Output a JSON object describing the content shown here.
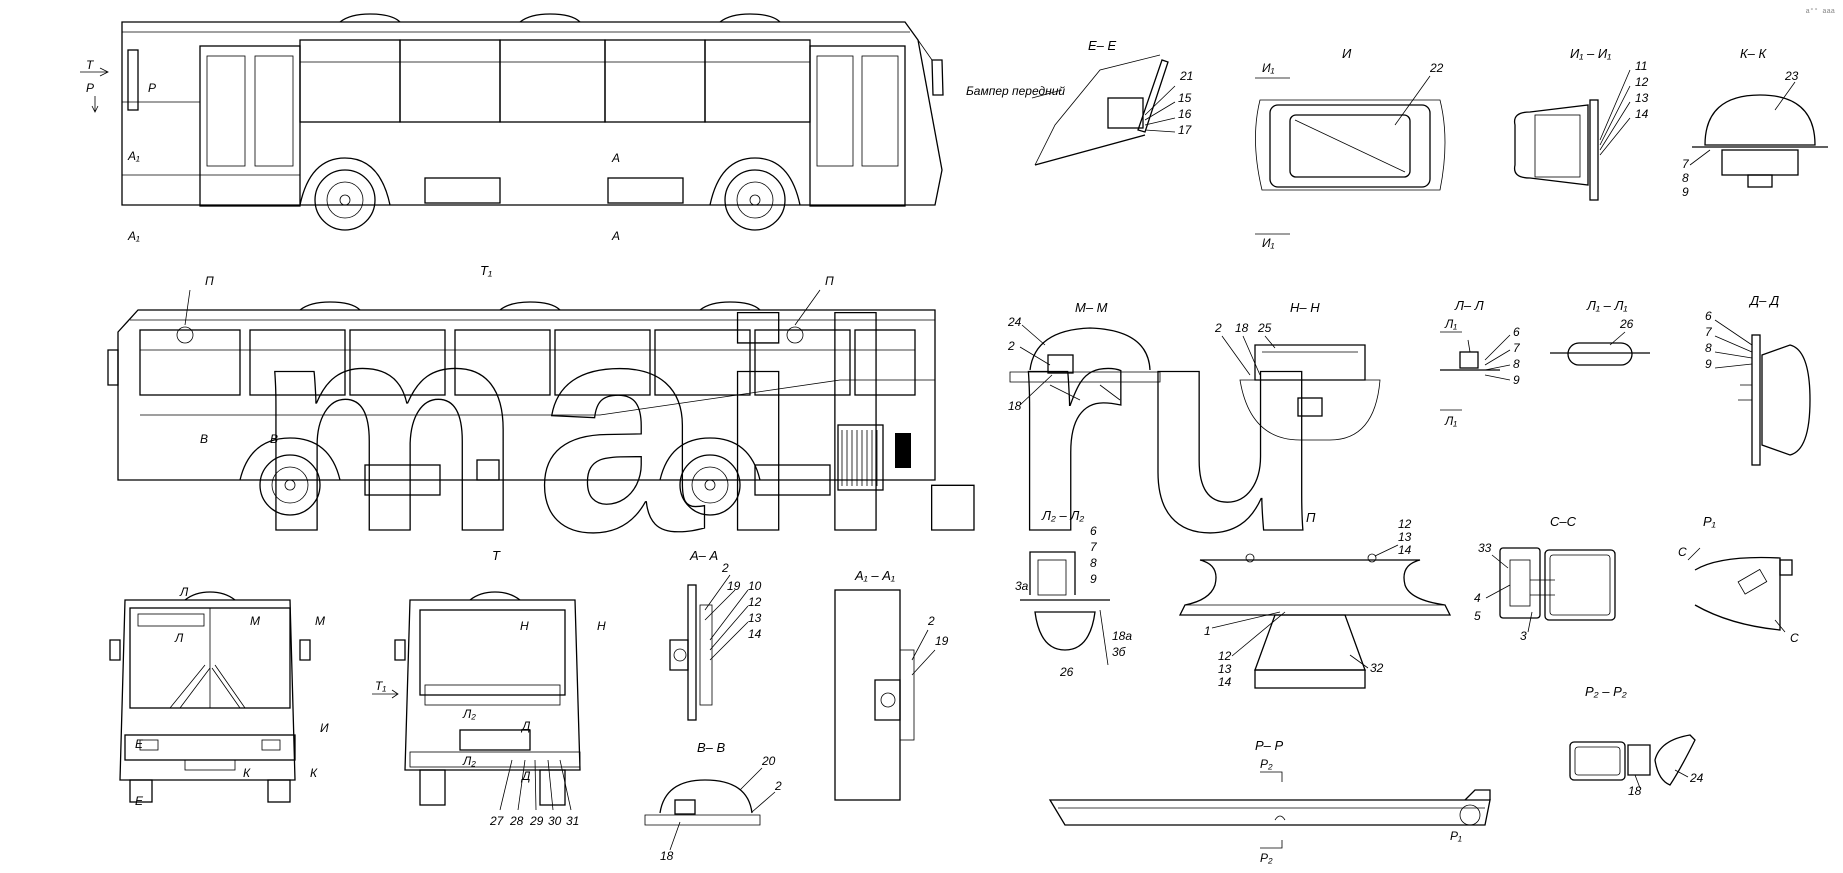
{
  "corner_mark": "a°° ааа",
  "watermark": "mail.ru",
  "section_titles": {
    "ee": "Е– Е",
    "i": "И",
    "i1i1": "И₁ – И₁",
    "kk": "К– К",
    "t1": "Т₁",
    "mm": "М– М",
    "nn": "Н– Н",
    "ll": "Л– Л",
    "l1l1": "Л₁ – Л₁",
    "dd": "Д– Д",
    "t": "Т",
    "aa": "А– А",
    "a1a1": "А₁ – А₁",
    "bb": "В– В",
    "l2l2": "Л₂ – Л₂",
    "p": "П",
    "cc": "С–С",
    "r1": "Р₁",
    "r2r2": "Р₂ – Р₂",
    "rr": "Р– Р"
  },
  "notes": {
    "bumper": "Бампер передний"
  },
  "side_view_marks": [
    "Т",
    "Р",
    "Р",
    "А₁",
    "А₁",
    "А",
    "А"
  ],
  "left_view_marks": [
    "П",
    "П",
    "В",
    "В"
  ],
  "front_view_marks": [
    "Л",
    "Л",
    "М",
    "М",
    "И",
    "Е",
    "Е",
    "К",
    "К"
  ],
  "rear_view_marks": [
    "Н",
    "Н",
    "Т₁",
    "Л₂",
    "Л₂",
    "Д",
    "Д"
  ],
  "callouts": {
    "ee": [
      "21",
      "15",
      "16",
      "17"
    ],
    "i": [
      "22"
    ],
    "i_marks": [
      "И₁",
      "И₁"
    ],
    "i1i1": [
      "11",
      "12",
      "13",
      "14"
    ],
    "kk": [
      "23",
      "7",
      "8",
      "9"
    ],
    "mm": [
      "24",
      "2",
      "18"
    ],
    "nn": [
      "2",
      "18",
      "25"
    ],
    "ll": [
      "6",
      "7",
      "8",
      "9"
    ],
    "ll_marks": [
      "Л₁",
      "Л₁"
    ],
    "l1l1": [
      "26"
    ],
    "dd": [
      "6",
      "7",
      "8",
      "9"
    ],
    "aa": [
      "2",
      "19",
      "10",
      "12",
      "13",
      "14"
    ],
    "a1a1": [
      "2",
      "19"
    ],
    "bb": [
      "20",
      "2",
      "18"
    ],
    "rear": [
      "27",
      "28",
      "29",
      "30",
      "31"
    ],
    "l2l2": [
      "6",
      "7",
      "8",
      "9",
      "3а",
      "18а",
      "3б",
      "26"
    ],
    "p": [
      "12",
      "13",
      "14",
      "1",
      "12",
      "13",
      "14",
      "32"
    ],
    "cc": [
      "33",
      "4",
      "5",
      "3"
    ],
    "r1": [
      "С",
      "С"
    ],
    "r2r2": [
      "18",
      "24"
    ],
    "rr": [
      "Р₂",
      "Р₂",
      "Р₁"
    ]
  }
}
